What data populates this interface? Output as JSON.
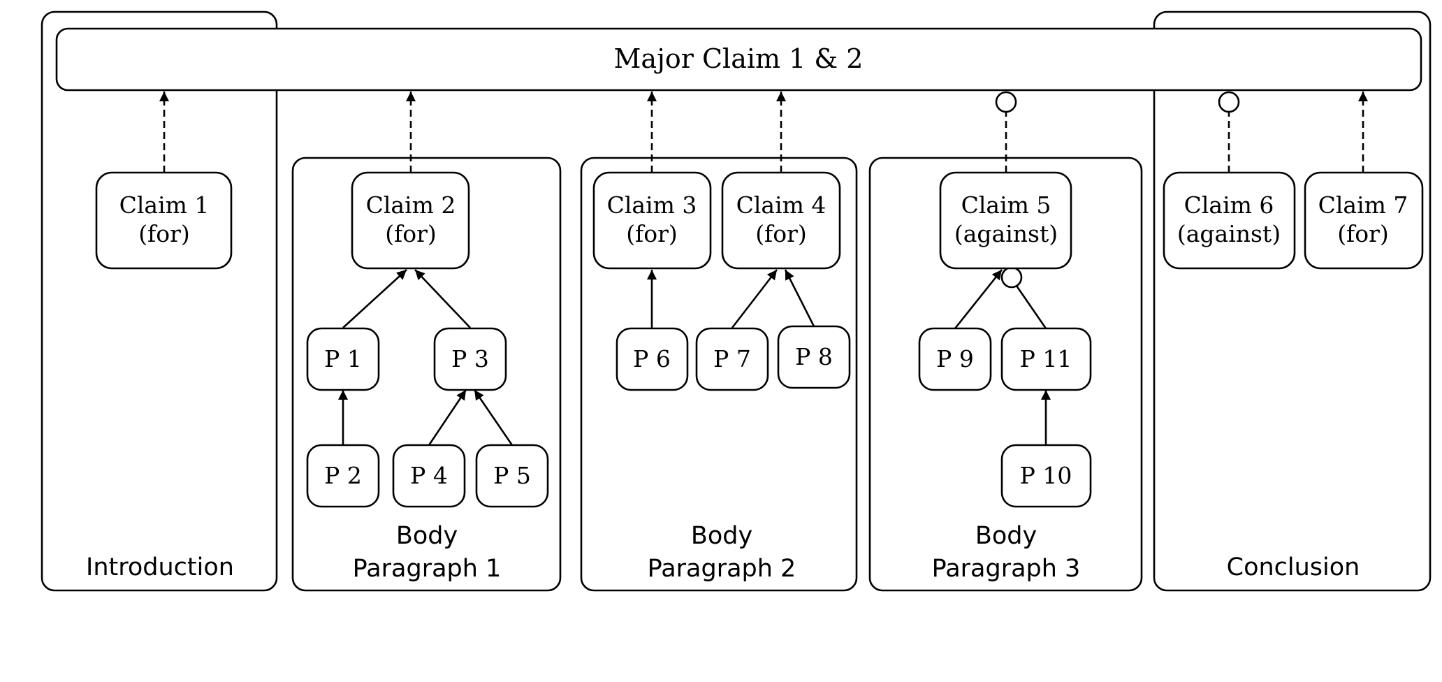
{
  "major_claim": "Major Claim 1 & 2",
  "sections": {
    "introduction": "Introduction",
    "body1": [
      "Body",
      "Paragraph 1"
    ],
    "body2": [
      "Body",
      "Paragraph 2"
    ],
    "body3": [
      "Body",
      "Paragraph 3"
    ],
    "conclusion": "Conclusion"
  },
  "nodes": {
    "claim1": [
      "Claim 1",
      "(for)"
    ],
    "claim2": [
      "Claim 2",
      "(for)"
    ],
    "claim3": [
      "Claim 3",
      "(for)"
    ],
    "claim4": [
      "Claim 4",
      "(for)"
    ],
    "claim5": [
      "Claim 5",
      "(against)"
    ],
    "claim6": [
      "Claim 6",
      "(against)"
    ],
    "claim7": [
      "Claim 7",
      "(for)"
    ],
    "p1": "P 1",
    "p2": "P 2",
    "p3": "P 3",
    "p4": "P 4",
    "p5": "P 5",
    "p6": "P 6",
    "p7": "P 7",
    "p8": "P 8",
    "p9": "P 9",
    "p10": "P 10",
    "p11": "P 11"
  },
  "relations": [
    {
      "from": "claim1",
      "to": "major",
      "type": "support"
    },
    {
      "from": "claim2",
      "to": "major",
      "type": "support"
    },
    {
      "from": "claim3",
      "to": "major",
      "type": "support"
    },
    {
      "from": "claim4",
      "to": "major",
      "type": "support"
    },
    {
      "from": "claim5",
      "to": "major",
      "type": "attack"
    },
    {
      "from": "claim6",
      "to": "major",
      "type": "attack"
    },
    {
      "from": "claim7",
      "to": "major",
      "type": "support"
    },
    {
      "from": "p1",
      "to": "claim2",
      "type": "support"
    },
    {
      "from": "p3",
      "to": "claim2",
      "type": "support"
    },
    {
      "from": "p2",
      "to": "p1",
      "type": "support"
    },
    {
      "from": "p4",
      "to": "p3",
      "type": "support"
    },
    {
      "from": "p5",
      "to": "p3",
      "type": "support"
    },
    {
      "from": "p6",
      "to": "claim3",
      "type": "support"
    },
    {
      "from": "p7",
      "to": "claim4",
      "type": "support"
    },
    {
      "from": "p8",
      "to": "claim4",
      "type": "support"
    },
    {
      "from": "p9",
      "to": "claim5",
      "type": "support"
    },
    {
      "from": "p11",
      "to": "claim5",
      "type": "attack"
    },
    {
      "from": "p10",
      "to": "p11",
      "type": "support"
    }
  ]
}
